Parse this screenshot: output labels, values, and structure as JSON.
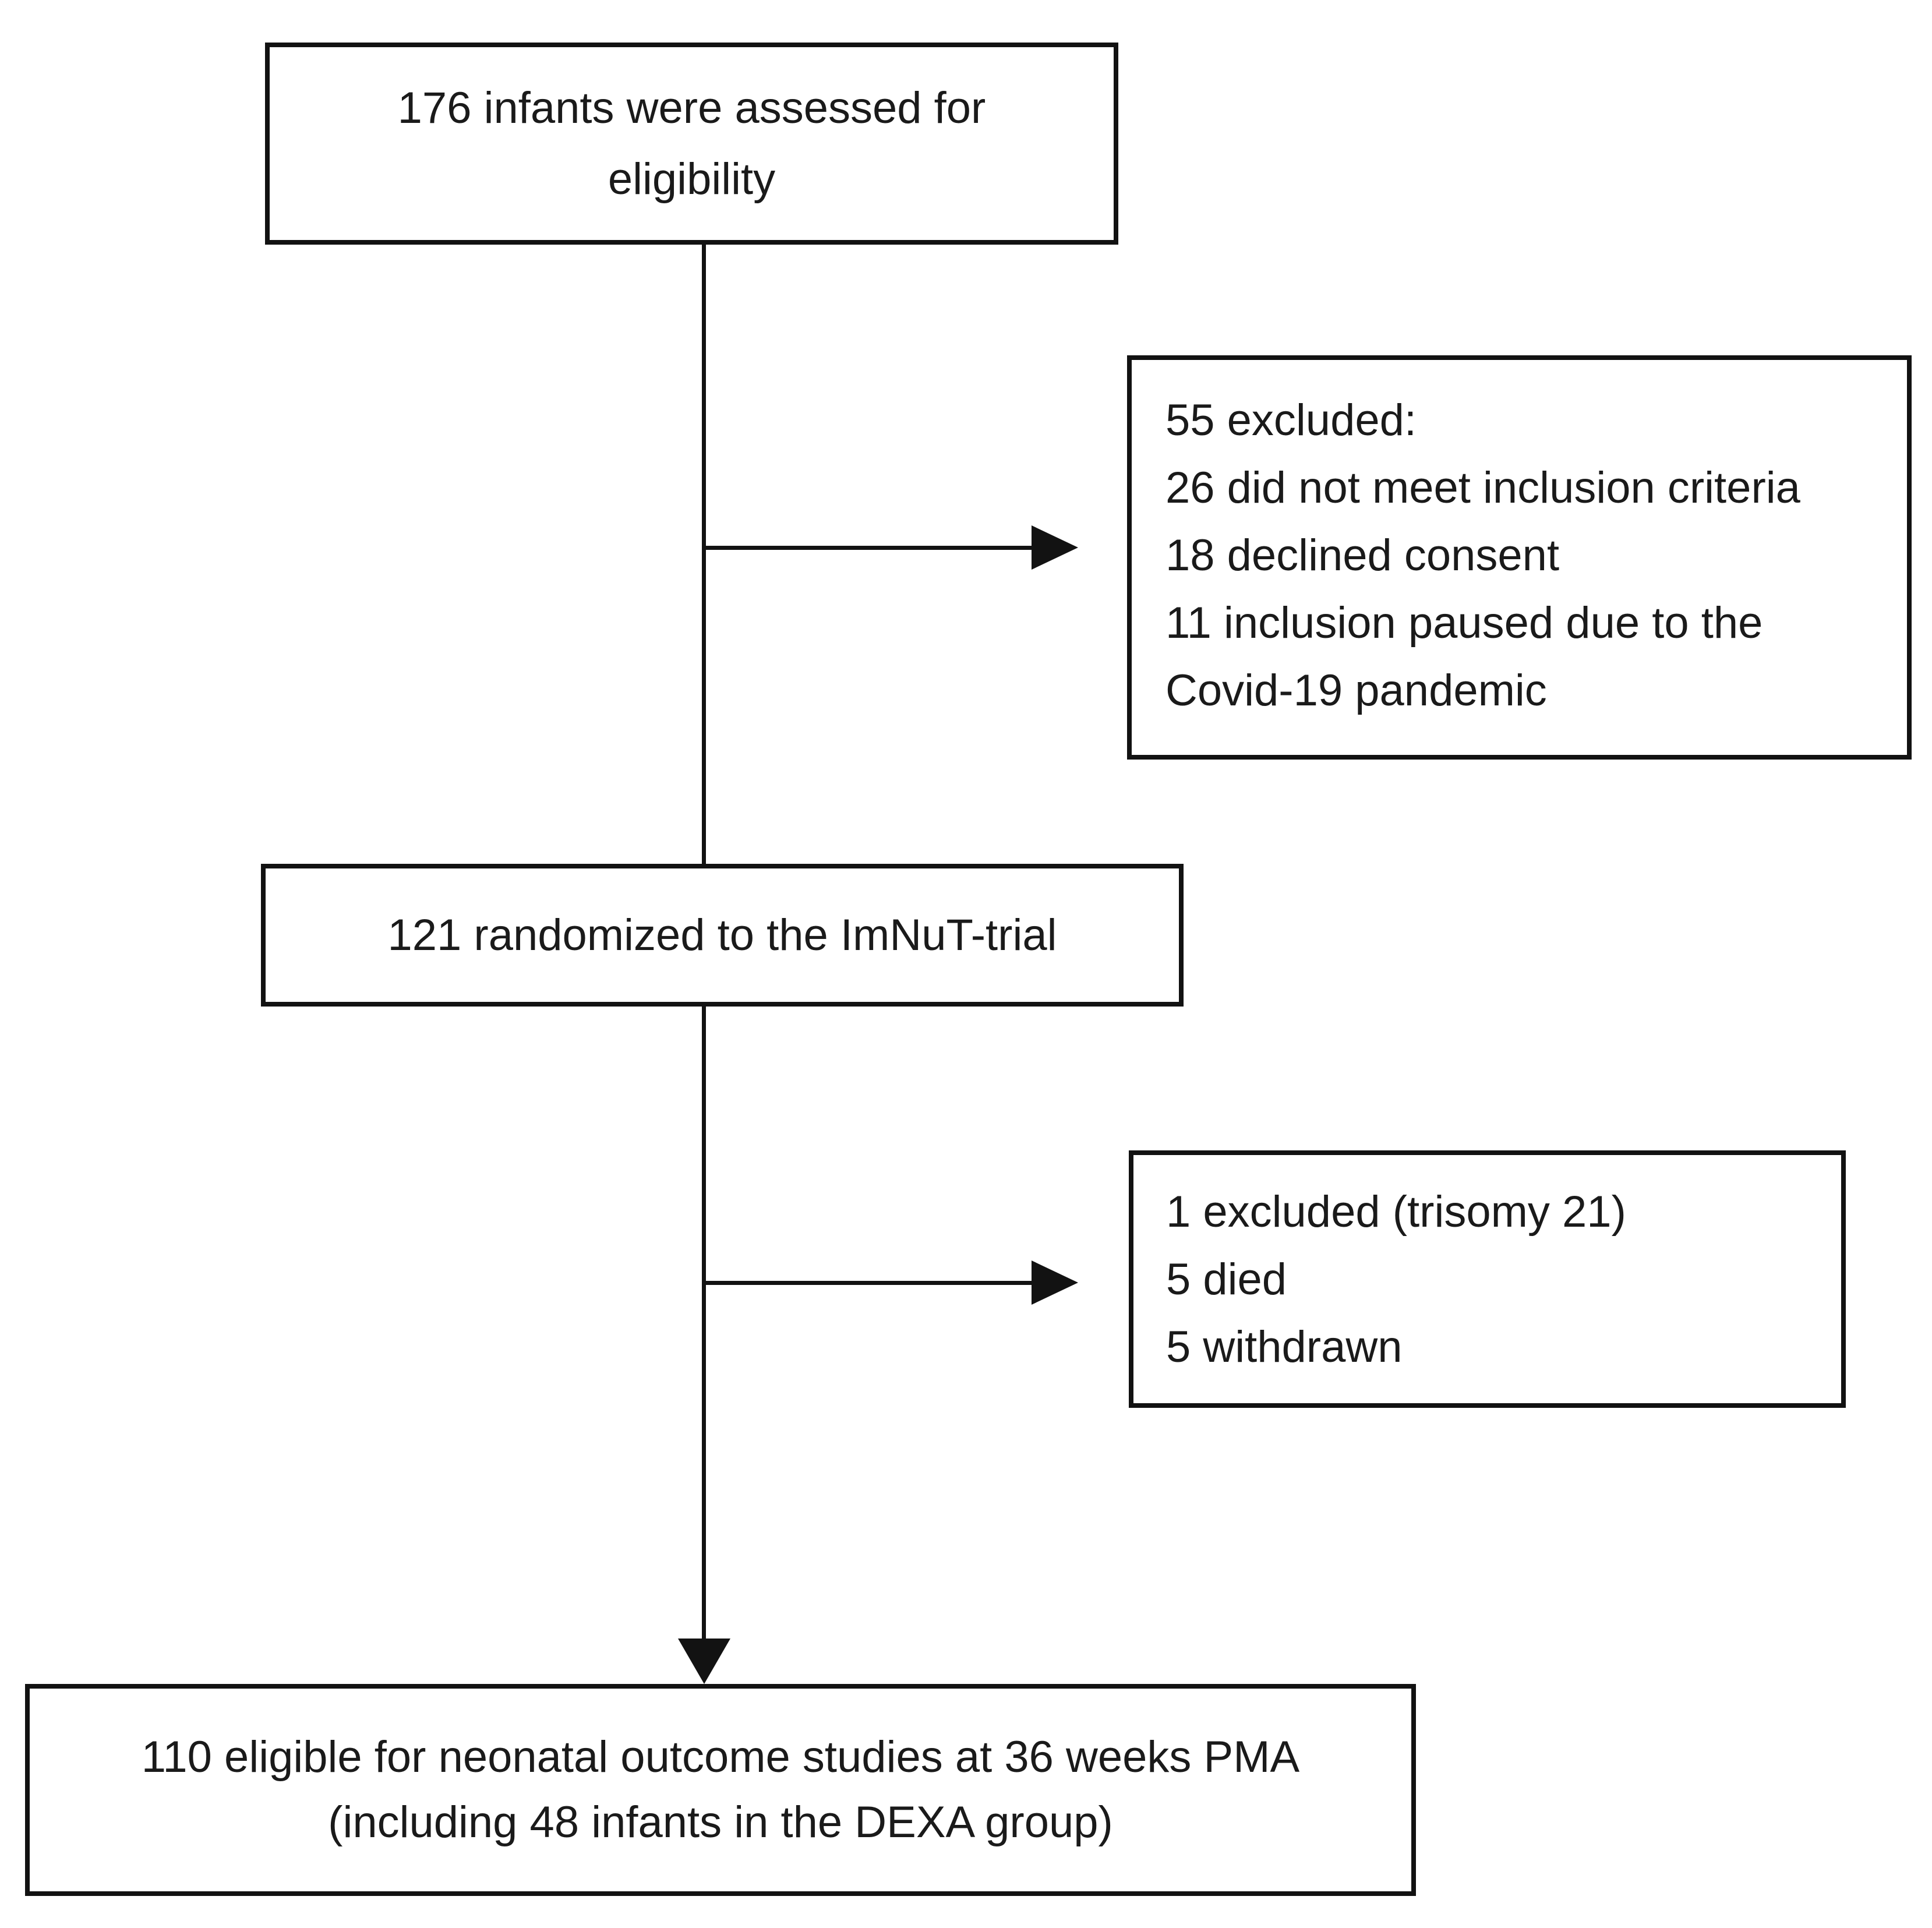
{
  "colors": {
    "bg": "#ffffff",
    "line": "#121212",
    "text": "#1a1a1a"
  },
  "boxes": {
    "assessed": {
      "lines": [
        "176 infants were assessed for",
        "eligibility"
      ]
    },
    "excluded_screening": {
      "lines": [
        "55 excluded:",
        "26 did not meet inclusion criteria",
        "18 declined consent",
        "11 inclusion paused due to the",
        "Covid-19 pandemic"
      ]
    },
    "randomized": {
      "lines": [
        "121 randomized to the ImNuT-trial"
      ]
    },
    "excluded_randomization": {
      "lines": [
        "1 excluded (trisomy 21)",
        "5 died",
        "5 withdrawn"
      ]
    },
    "eligible": {
      "lines": [
        "110 eligible for neonatal outcome studies at 36 weeks PMA",
        "(including 48 infants in the DEXA group)"
      ]
    }
  }
}
